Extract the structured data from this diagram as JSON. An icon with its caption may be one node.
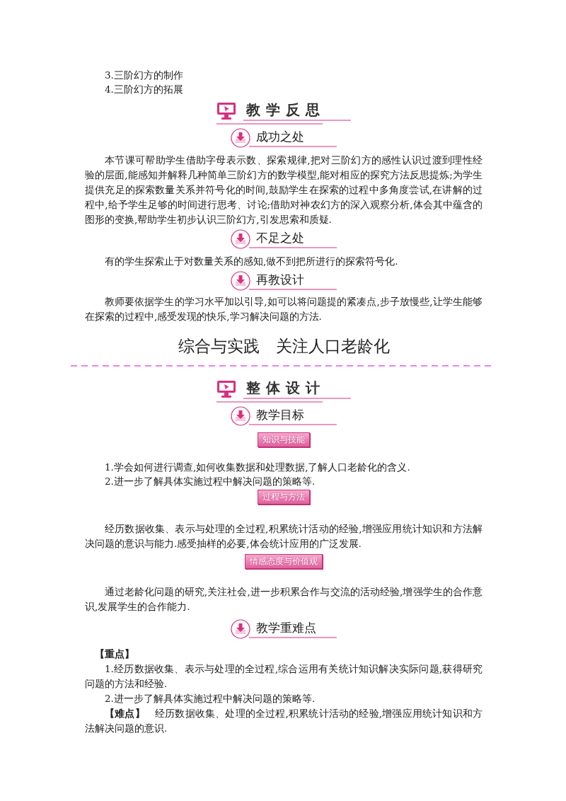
{
  "diagram": {
    "nodes": [
      {
        "text": [
          "知识与技能"
        ]
      },
      {
        "text": [
          "过程与方法"
        ]
      },
      {
        "text": [
          "情感态度与价值观"
        ]
      }
    ],
    "labels": [
      "3.三阶幻方的制作",
      "4.三阶幻方的拓展",
      "教学反思",
      "成功之处",
      "本节课可帮助学生借助字母表示数、探索规律,把对三阶幻方的感性认识过渡到理性经验的层面,能感知并解释几种简单三阶幻方的数学模型,能对相应的探究方法反思提炼;为学生提供充足的探索数量关系并符号化的时间,鼓励学生在探索的过程中多角度尝试,在讲解的过程中,给予学生足够的时间进行思考、讨论;借助对神农幻方的深入观察分析,体会其中蕴含的图形的变换,帮助学生初步认识三阶幻方,引发思索和质疑.",
      "不足之处",
      "有的学生探索止于对数量关系的感知,做不到把所进行的探索符号化.",
      "再教设计",
      "教师要依据学生的学习水平加以引导,如可以将问题提的紧凑点,步子放慢些,让学生能够在探索的过程中,感受发现的快乐,学习解决问题的方法.",
      "综合与实践　关注人口老龄化",
      "整体设计",
      "教学目标",
      "1.学会如何进行调查,如何收集数据和处理数据,了解人口老龄化的含义.",
      "2.进一步了解具体实施过程中解决问题的策略等.",
      "经历数据收集、表示与处理的全过程,积累统计活动的经验,增强应用统计知识和方法解决问题的意识与能力.感受抽样的必要,体会统计应用的广泛发展.",
      "通过老龄化问题的研究,关注社会,进一步积累合作与交流的活动经验,增强学生的合作意识,发展学生的合作能力.",
      "教学重难点",
      "【重点】",
      "1.经历数据收集、表示与处理的全过程,综合运用有关统计知识解决实际问题,获得研究问题的方法和经验.",
      "2.进一步了解具体实施过程中解决问题的策略等.",
      "**【难点】**　经历数据收集、处理的全过程,积累统计活动的经验,增强应用统计知识和方法解决问题的意识."
    ]
  }
}
